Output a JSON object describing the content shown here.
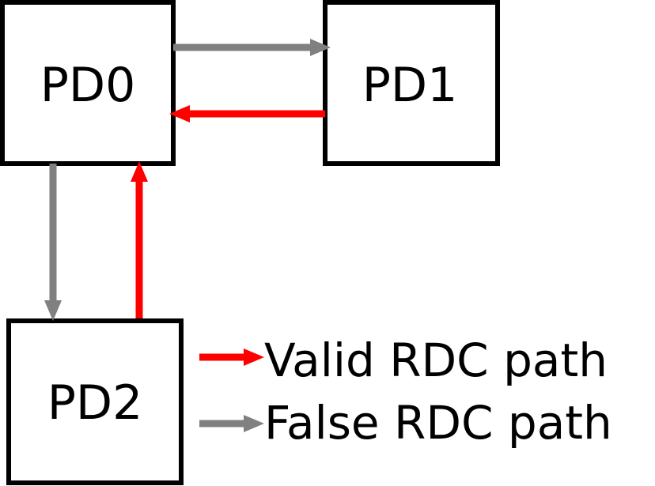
{
  "colors": {
    "valid": "#ff0000",
    "false": "#808080",
    "box_stroke": "#000000",
    "background": "#ffffff"
  },
  "nodes": {
    "pd0": {
      "label": "PD0"
    },
    "pd1": {
      "label": "PD1"
    },
    "pd2": {
      "label": "PD2"
    }
  },
  "edges": [
    {
      "from": "PD0",
      "to": "PD1",
      "kind": "false"
    },
    {
      "from": "PD1",
      "to": "PD0",
      "kind": "valid"
    },
    {
      "from": "PD0",
      "to": "PD2",
      "kind": "false"
    },
    {
      "from": "PD2",
      "to": "PD0",
      "kind": "valid"
    }
  ],
  "legend": {
    "valid": {
      "label": "Valid RDC path"
    },
    "false": {
      "label": "False RDC path"
    }
  }
}
